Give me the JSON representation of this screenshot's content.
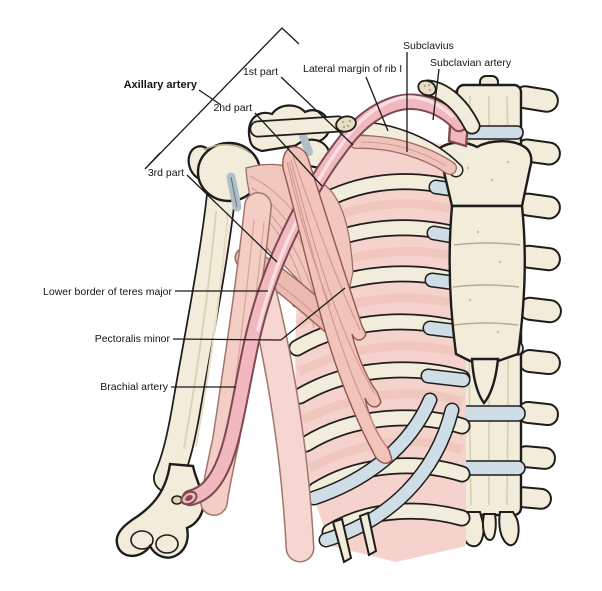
{
  "figure": {
    "type": "anatomical-diagram",
    "subject": "Axillary artery and its three parts with surrounding bones, muscles and vessels (anterior view of right shoulder, thorax and arm)"
  },
  "labels": {
    "axillary_artery": "Axillary artery",
    "first_part": "1st part",
    "second_part": "2nd part",
    "third_part": "3rd part",
    "lateral_margin_rib1": "Lateral margin of rib I",
    "subclavius": "Subclavius",
    "subclavian_artery": "Subclavian artery",
    "lower_border_teres_major": "Lower border of teres major",
    "pectoralis_minor": "Pectoralis minor",
    "brachial_artery": "Brachial artery"
  },
  "colors": {
    "background": "#ffffff",
    "bone": "#f2ecda",
    "bone_shadow": "#ddd2b4",
    "outline": "#1f1d1b",
    "cartilage": "#cfdde6",
    "muscle": "#f2c5bd",
    "muscle_light": "#f6d8d2",
    "muscle_striation": "#d39b93",
    "artery": "#f1b9bf",
    "artery_outline": "#7c4a52",
    "artery_highlight": "#fadfe2",
    "label_text": "#17150f"
  }
}
